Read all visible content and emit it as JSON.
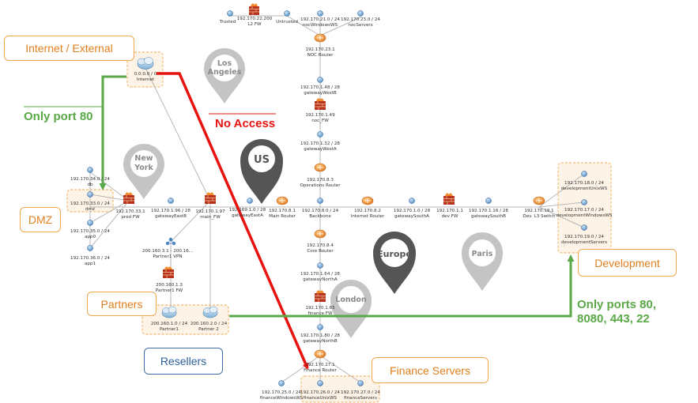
{
  "callouts": {
    "internet": "Internet / External",
    "dmz": "DMZ",
    "partners": "Partners",
    "resellers": "Resellers",
    "finance": "Finance Servers",
    "development": "Development"
  },
  "notes": {
    "only_port_80": "Only port 80",
    "no_access": "No Access",
    "only_ports_line1": "Only ports 80,",
    "only_ports_line2": "8080, 443, 22"
  },
  "locations": {
    "los_angeles": [
      "Los",
      "Angeles"
    ],
    "new_york": [
      "New",
      "York"
    ],
    "us": "US",
    "europe": "Europe",
    "paris": "Paris",
    "london": "London"
  },
  "nodes": {
    "trusted": [
      "Trusted"
    ],
    "l2fw": [
      "192.170.22.200",
      "L2 FW"
    ],
    "untrusted": [
      "Untrusted"
    ],
    "nocwin": [
      "192.170.21.0 / 24",
      "nocWindowsWS"
    ],
    "nocservers": [
      "192.170.23.0 / 24",
      "nocServers"
    ],
    "nocrouter": [
      "192.170.23.1",
      "NOC Router"
    ],
    "internet": [
      "0.0.0.0 / 0",
      "Internet"
    ],
    "gwwestb": [
      "192.170.1.48 / 28",
      "gatewayWestB"
    ],
    "nocfw": [
      "192.170.1.49",
      "noc_FW"
    ],
    "gwwesta": [
      "192.170.1.32 / 28",
      "gatewayWestA"
    ],
    "opsrouter": [
      "192.170.8.3",
      "Operations Router"
    ],
    "db": [
      "192.170.34.0 / 24",
      "db"
    ],
    "dmz": [
      "192.170.33.0 / 24",
      "dmz"
    ],
    "prodfw": [
      "192.170.33.1",
      "prod FW"
    ],
    "gweastb": [
      "192.170.1.96 / 28",
      "gatewayEastB"
    ],
    "mainfw": [
      "192.170.1.97",
      "main_FW"
    ],
    "gweasta": [
      "192.169.1.0 / 28",
      "gatewayEastA"
    ],
    "mainrouter": [
      "192.170.8.1",
      "Main Router"
    ],
    "backbone": [
      "192.170.8.0 / 24",
      "Backbone"
    ],
    "internetrouter": [
      "192.170.8.2",
      "Internet Router"
    ],
    "gwsoutha": [
      "192.170.1.0 / 28",
      "gatewaySouthA"
    ],
    "devfw": [
      "192.170.1.1",
      "dev FW"
    ],
    "gwsouthb": [
      "192.170.1.16 / 28",
      "gatewaySouthB"
    ],
    "l3switch": [
      "192.170.19.1",
      "Dev. L3 Switch"
    ],
    "devunix": [
      "192.170.18.0 / 24",
      "developmentUnixWS"
    ],
    "devwin": [
      "192.170.17.0 / 24",
      "developmentWindowsWS"
    ],
    "devservers": [
      "192.170.19.0 / 24",
      "developmentServers"
    ],
    "app0": [
      "192.170.35.0 / 24",
      "app0"
    ],
    "app1": [
      "192.170.36.0 / 24",
      "app1"
    ],
    "p1vpn": [
      "200.160.3.1 - 200.16...",
      "Partner1 VPN"
    ],
    "p1fw": [
      "200.160.1.3",
      "Partner1 FW"
    ],
    "partner1": [
      "200.160.1.0 / 24",
      "Partner1"
    ],
    "partner2": [
      "200.160.2.0 / 24",
      "Partner 2"
    ],
    "corerouter": [
      "192.170.8.4",
      "Core Router"
    ],
    "gwnortha": [
      "192.170.1.64 / 28",
      "gatewayNorthA"
    ],
    "financefw": [
      "192.170.1.65",
      "finance FW"
    ],
    "gwnorthb": [
      "192.170.1.80 / 28",
      "gatewayNorthB"
    ],
    "financerouter": [
      "192.170.27.1",
      "Finance Router"
    ],
    "finwin": [
      "192.170.25.0 / 24",
      "financeWindowsWS"
    ],
    "finunix": [
      "192.170.26.0 / 24",
      "financeUnixWS"
    ],
    "finservers": [
      "192.170.27.0 / 24",
      "financeServers"
    ]
  },
  "colors": {
    "router": "#f29a3c",
    "firewall": "#b8331f",
    "subnet": "#5b93c9",
    "allow": "#5aa847",
    "deny": "#e8130f",
    "callout_border": "#f0a850",
    "pin_grey": "#c0c0c0",
    "pin_dark": "#555555"
  }
}
